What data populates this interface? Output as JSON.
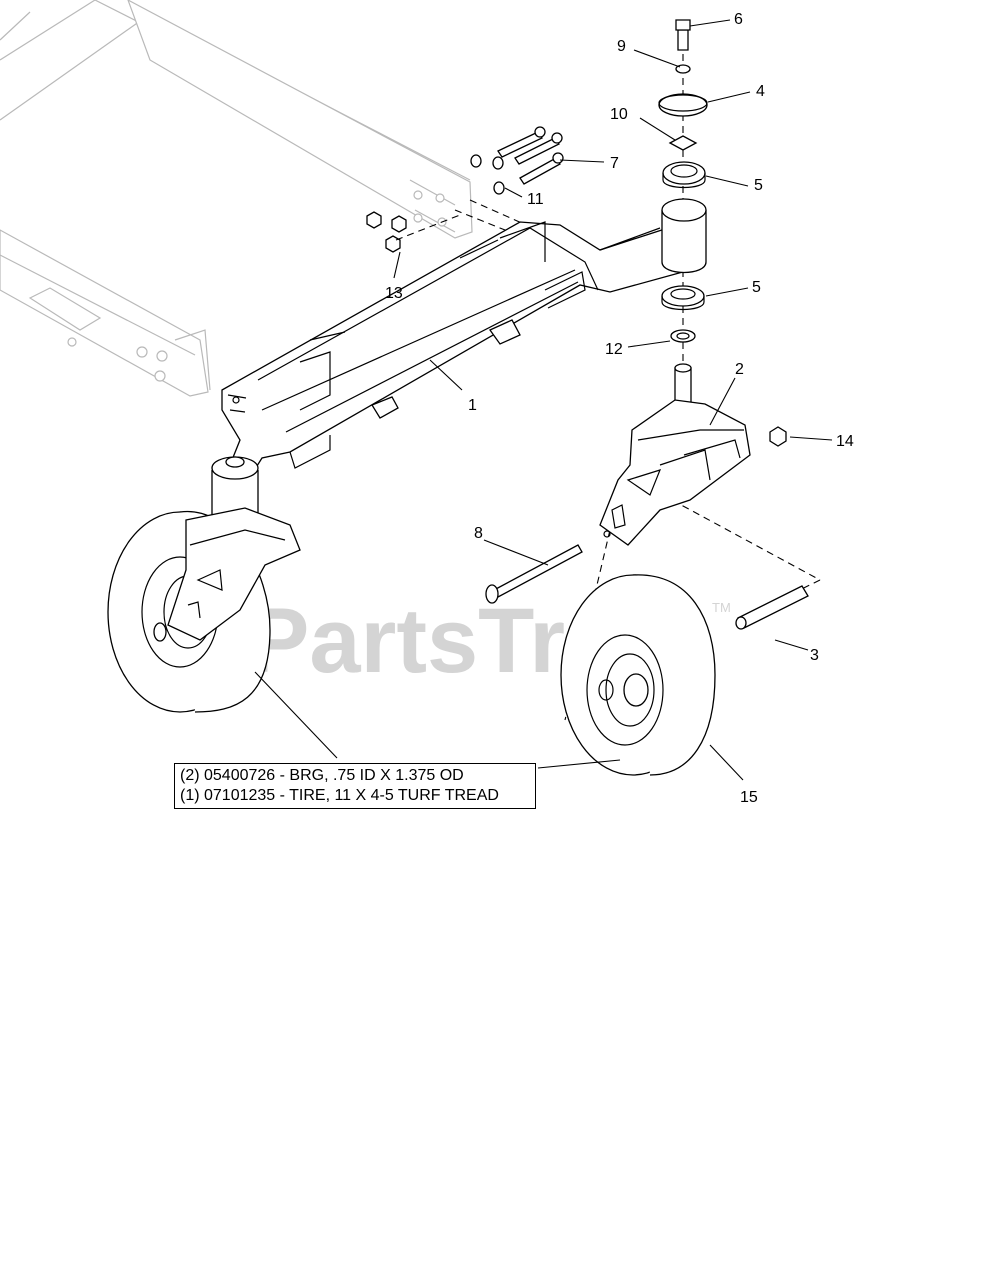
{
  "watermark": {
    "text": "PartsTree",
    "trademark": "TM"
  },
  "callouts": [
    "1",
    "2",
    "3",
    "4",
    "5",
    "5",
    "6",
    "7",
    "8",
    "9",
    "10",
    "11",
    "12",
    "13",
    "14",
    "15"
  ],
  "note": {
    "line1": "(2) 05400726 - BRG, .75 ID X 1.375 OD",
    "line2": "(1) 07101235 - TIRE, 11 X 4-5 TURF TREAD"
  }
}
